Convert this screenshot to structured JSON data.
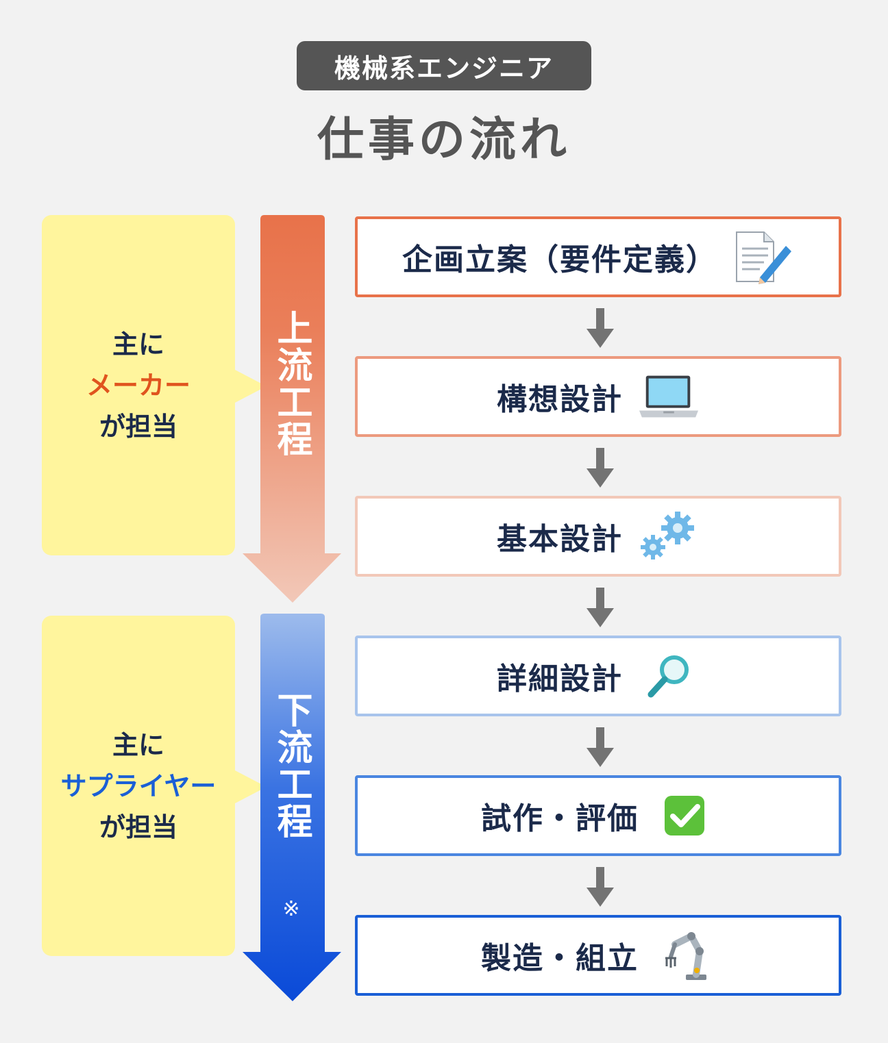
{
  "header": {
    "badge": "機械系エンジニア",
    "title": "仕事の流れ"
  },
  "upstream": {
    "label": "上流工程",
    "side_line1": "主に",
    "side_line2": "メーカー",
    "side_line3": "が担当"
  },
  "downstream": {
    "label": "下流工程",
    "note": "※",
    "side_line1": "主に",
    "side_line2": "サプライヤー",
    "side_line3": "が担当"
  },
  "steps": [
    {
      "label": "企画立案（要件定義）",
      "icon": "memo-pen-icon",
      "border": "#e8724a"
    },
    {
      "label": "構想設計",
      "icon": "laptop-icon",
      "border": "#ec9a7e"
    },
    {
      "label": "基本設計",
      "icon": "gears-icon",
      "border": "#f2c8b8"
    },
    {
      "label": "詳細設計",
      "icon": "magnifier-icon",
      "border": "#a8c4ec"
    },
    {
      "label": "試作・評価",
      "icon": "check-mark-icon",
      "border": "#4a86e0"
    },
    {
      "label": "製造・組立",
      "icon": "robot-arm-icon",
      "border": "#1a5fd6"
    }
  ],
  "colors": {
    "upstream_top": "#e8724a",
    "upstream_bottom": "#f2c8b8",
    "downstream_top": "#9dbbec",
    "downstream_bottom": "#0a4ad8",
    "side_box": "#fff59d",
    "connector": "#737373"
  }
}
